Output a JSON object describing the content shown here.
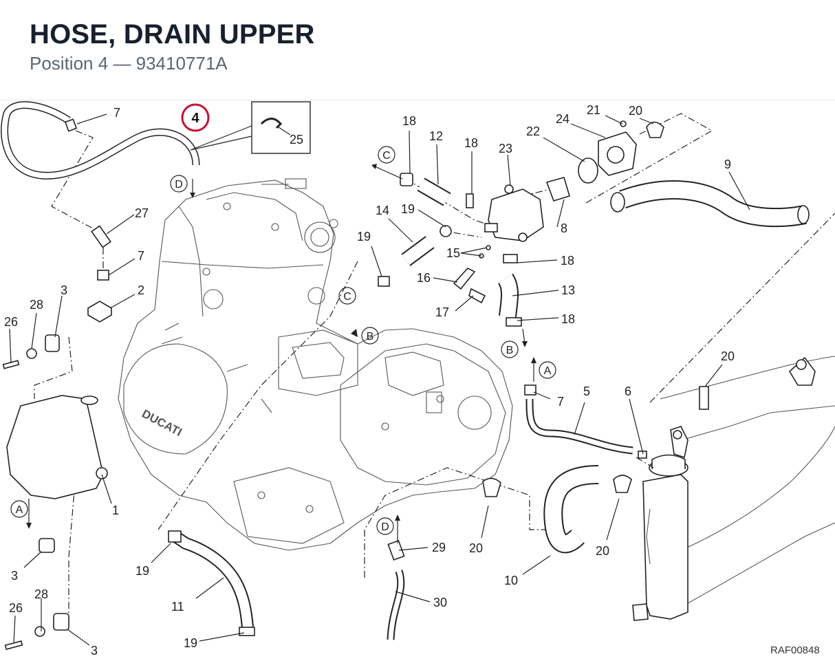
{
  "header": {
    "title": "HOSE, DRAIN UPPER",
    "subtitle": "Position 4 — 93410771A"
  },
  "diagram": {
    "highlight_callout": "4",
    "drawing_code": "RAF00848",
    "callouts": {
      "c1": "1",
      "c2": "2",
      "c3a": "3",
      "c3b": "3",
      "c3c": "3",
      "c5": "5",
      "c6": "6",
      "c7a": "7",
      "c7b": "7",
      "c7c": "7",
      "c8": "8",
      "c9": "9",
      "c10": "10",
      "c11": "11",
      "c12": "12",
      "c13": "13",
      "c14": "14",
      "c15": "15",
      "c16": "16",
      "c17": "17",
      "c18a": "18",
      "c18b": "18",
      "c18c": "18",
      "c18d": "18",
      "c19a": "19",
      "c19b": "19",
      "c19c": "19",
      "c19d": "19",
      "c20a": "20",
      "c20b": "20",
      "c20c": "20",
      "c20d": "20",
      "c21": "21",
      "c22": "22",
      "c23": "23",
      "c24": "24",
      "c25": "25",
      "c26a": "26",
      "c26b": "26",
      "c27": "27",
      "c28a": "28",
      "c28b": "28",
      "c29": "29",
      "c30": "30"
    },
    "refs": {
      "ra1": "A",
      "ra2": "A",
      "rb1": "B",
      "rb2": "B",
      "rc1": "C",
      "rc2": "C",
      "rd1": "D",
      "rd2": "D"
    },
    "highlight_color": "#c8102e"
  }
}
